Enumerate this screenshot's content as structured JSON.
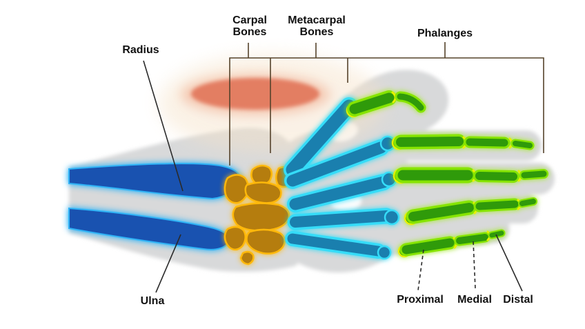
{
  "labels": {
    "radius": "Radius",
    "ulna": "Ulna",
    "carpal_bones": {
      "line1": "Carpal",
      "line2": "Bones"
    },
    "metacarpal_bones": {
      "line1": "Metacarpal",
      "line2": "Bones"
    },
    "phalanges": "Phalanges",
    "proximal": "Proximal",
    "medial": "Medial",
    "distal": "Distal"
  },
  "colors": {
    "background": "#ffffff",
    "hand": "#d8d9da",
    "highlight_core": "#e2765a",
    "highlight_halo": "#f0a888",
    "highlight_beige": "#f5e2c8",
    "blue_fill": "#1952b0",
    "blue_edge": "#2fb3f6",
    "carpal_fill": "#b57d0e",
    "carpal_edge": "#ffb80a",
    "metacarpal_fill": "#1a7fae",
    "metacarpal_edge": "#35dcf8",
    "phalanx_fill": "#2f9a0a",
    "phalanx_edge": "#86e400",
    "joint_accent": "#e8f000",
    "bracket_line": "#54422a",
    "pointer_line": "#2a2a2a",
    "label_text": "#111111"
  }
}
